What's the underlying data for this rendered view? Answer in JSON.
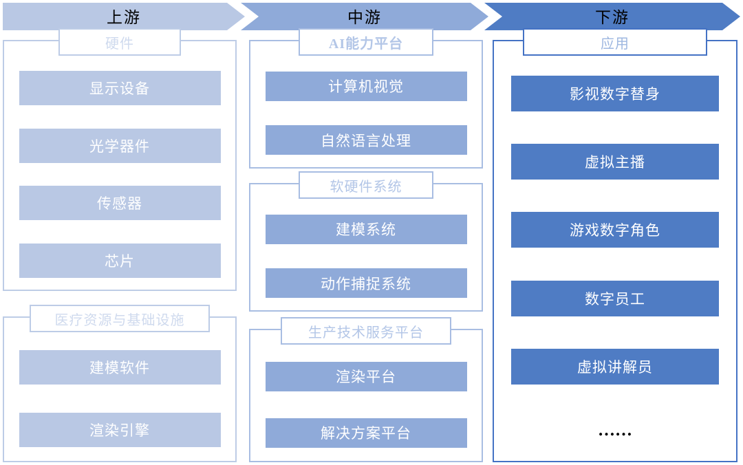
{
  "header": {
    "segments": [
      {
        "label": "上游",
        "color": "#b9c8e4"
      },
      {
        "label": "中游",
        "color": "#8faad9"
      },
      {
        "label": "下游",
        "color": "#4f7cc4"
      }
    ]
  },
  "columns": {
    "upstream": {
      "accent": "#b9c8e4",
      "border": "#bdcce6",
      "groups": [
        {
          "title": "硬件",
          "items": [
            "显示设备",
            "光学器件",
            "传感器",
            "芯片"
          ]
        },
        {
          "title": "医疗资源与基础设施",
          "items": [
            "建模软件",
            "渲染引擎"
          ]
        }
      ]
    },
    "midstream": {
      "accent": "#8faad9",
      "border": "#a8bde2",
      "groups": [
        {
          "title": "AI能力平台",
          "items": [
            "计算机视觉",
            "自然语言处理"
          ]
        },
        {
          "title": "软硬件系统",
          "items": [
            "建模系统",
            "动作捕捉系统"
          ]
        },
        {
          "title": "生产技术服务平台",
          "items": [
            "渲染平台",
            "解决方案平台"
          ]
        }
      ]
    },
    "downstream": {
      "accent": "#4f7cc4",
      "border": "#4472c4",
      "groups": [
        {
          "title": "应用",
          "items": [
            "影视数字替身",
            "虚拟主播",
            "游戏数字角色",
            "数字员工",
            "虚拟讲解员",
            "……"
          ]
        }
      ]
    }
  }
}
